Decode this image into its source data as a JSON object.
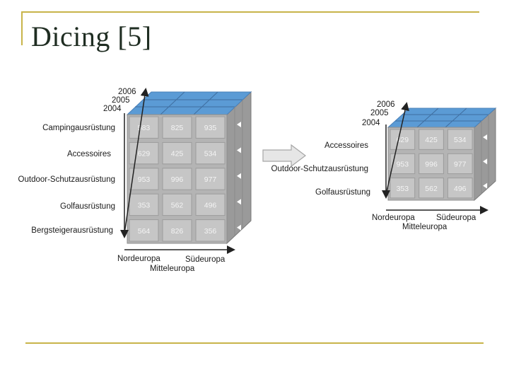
{
  "slide": {
    "title": "Dicing [5]"
  },
  "cube_before": {
    "years": [
      "2006",
      "2005",
      "2004"
    ],
    "products": [
      "Campingausrüstung",
      "Accessoires",
      "Outdoor-Schutzausrüstung",
      "Golfausrüstung",
      "Bergsteigerausrüstung"
    ],
    "regions": [
      "Nordeuropa",
      "Südeuropa",
      "Mitteleuropa"
    ],
    "values": [
      [
        "583",
        "825",
        "935"
      ],
      [
        "629",
        "425",
        "534"
      ],
      [
        "953",
        "996",
        "977"
      ],
      [
        "353",
        "562",
        "496"
      ],
      [
        "564",
        "826",
        "356"
      ]
    ]
  },
  "cube_after": {
    "years": [
      "2006",
      "2005",
      "2004"
    ],
    "products": [
      "Accessoires",
      "Outdoor-Schutzausrüstung",
      "Golfausrüstung"
    ],
    "regions": [
      "Nordeuropa",
      "Südeuropa",
      "Mitteleuropa"
    ],
    "values": [
      [
        "629",
        "425",
        "534"
      ],
      [
        "953",
        "996",
        "977"
      ],
      [
        "353",
        "562",
        "496"
      ]
    ]
  },
  "colors": {
    "rule": "#c8b44a",
    "cube_gray": "#a8a8a8",
    "cube_top": "#5b9bd5",
    "arrow": "#bfbfbf"
  }
}
